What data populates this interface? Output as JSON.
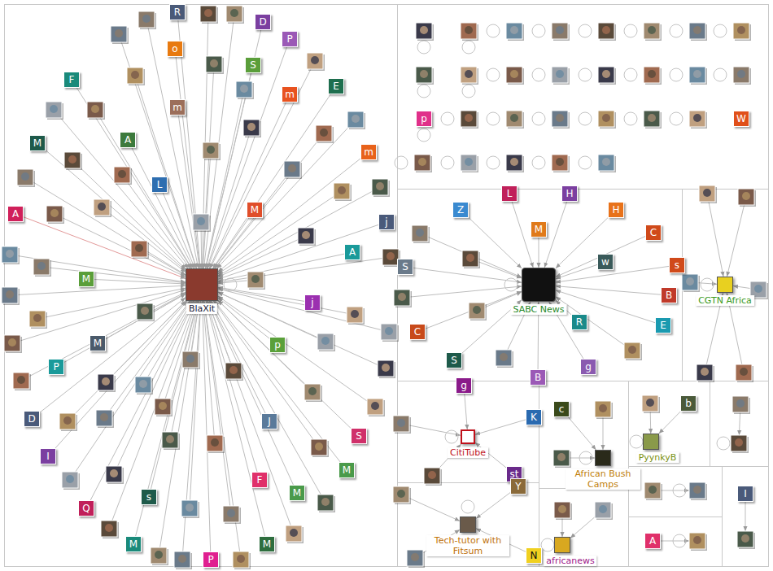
{
  "diagram": {
    "nodes": [
      {
        "text": [
          "BlaXit"
        ]
      },
      {
        "text": [
          "R"
        ]
      },
      {
        "text": [
          "D"
        ]
      },
      {
        "text": [
          "P"
        ]
      },
      {
        "text": [
          "o"
        ]
      },
      {
        "text": [
          "S"
        ]
      },
      {
        "text": [
          "F"
        ]
      },
      {
        "text": [
          "E"
        ]
      },
      {
        "text": [
          "m"
        ]
      },
      {
        "text": [
          "m"
        ]
      },
      {
        "text": [
          "M"
        ]
      },
      {
        "text": [
          "A"
        ]
      },
      {
        "text": [
          "m"
        ]
      },
      {
        "text": [
          "L"
        ]
      },
      {
        "text": [
          "A"
        ]
      },
      {
        "text": [
          "M"
        ]
      },
      {
        "text": [
          "j"
        ]
      },
      {
        "text": [
          "A"
        ]
      },
      {
        "text": [
          "M"
        ]
      },
      {
        "text": [
          "j"
        ]
      },
      {
        "text": [
          "M"
        ]
      },
      {
        "text": [
          "p"
        ]
      },
      {
        "text": [
          "P"
        ]
      },
      {
        "text": [
          "D"
        ]
      },
      {
        "text": [
          "J"
        ]
      },
      {
        "text": [
          "I"
        ]
      },
      {
        "text": [
          "S"
        ]
      },
      {
        "text": [
          "M"
        ]
      },
      {
        "text": [
          "s"
        ]
      },
      {
        "text": [
          "F"
        ]
      },
      {
        "text": [
          "Q"
        ]
      },
      {
        "text": [
          "M"
        ]
      },
      {
        "text": [
          "M"
        ]
      },
      {
        "text": [
          "M"
        ]
      },
      {
        "text": [
          "P"
        ]
      },
      {
        "text": [
          "p"
        ]
      },
      {
        "text": [
          "W"
        ]
      },
      {
        "text": [
          "SABC News"
        ]
      },
      {
        "text": [
          "Z"
        ]
      },
      {
        "text": [
          "L"
        ]
      },
      {
        "text": [
          "H"
        ]
      },
      {
        "text": [
          "H"
        ]
      },
      {
        "text": [
          "M"
        ]
      },
      {
        "text": [
          "C"
        ]
      },
      {
        "text": [
          "w"
        ]
      },
      {
        "text": [
          "s"
        ]
      },
      {
        "text": [
          "S"
        ]
      },
      {
        "text": [
          "B"
        ]
      },
      {
        "text": [
          "R"
        ]
      },
      {
        "text": [
          "E"
        ]
      },
      {
        "text": [
          "C"
        ]
      },
      {
        "text": [
          "S"
        ]
      },
      {
        "text": [
          "g"
        ]
      },
      {
        "text": [
          "B"
        ]
      },
      {
        "text": [
          "CGTN Africa"
        ]
      },
      {
        "text": [
          "CitiTube"
        ]
      },
      {
        "text": [
          "g"
        ]
      },
      {
        "text": [
          "K"
        ]
      },
      {
        "text": [
          "st"
        ]
      },
      {
        "text": [
          "Tech-tutor with Fitsum"
        ]
      },
      {
        "text": [
          "Y"
        ]
      },
      {
        "text": [
          "N"
        ]
      },
      {
        "text": [
          "African Bush Camps"
        ]
      },
      {
        "text": [
          "c"
        ]
      },
      {
        "text": [
          "PyynkyB"
        ]
      },
      {
        "text": [
          "b"
        ]
      },
      {
        "text": [
          "africanews"
        ]
      },
      {
        "text": [
          "A"
        ]
      },
      {
        "text": [
          "I"
        ]
      }
    ],
    "edges": [
      {
        "from": 1,
        "to": 0,
        "arrow": "to"
      },
      {
        "from": 2,
        "to": 0,
        "arrow": "to"
      },
      {
        "from": 3,
        "to": 0,
        "arrow": "to"
      },
      {
        "from": 4,
        "to": 0,
        "arrow": "to"
      },
      {
        "from": 5,
        "to": 0,
        "arrow": "to"
      },
      {
        "from": 6,
        "to": 0,
        "arrow": "to"
      },
      {
        "from": 7,
        "to": 0,
        "arrow": "to"
      },
      {
        "from": 8,
        "to": 0,
        "arrow": "to"
      },
      {
        "from": 9,
        "to": 0,
        "arrow": "to"
      },
      {
        "from": 10,
        "to": 0,
        "arrow": "to"
      },
      {
        "from": 11,
        "to": 0,
        "arrow": "to"
      },
      {
        "from": 12,
        "to": 0,
        "arrow": "to"
      },
      {
        "from": 13,
        "to": 0,
        "arrow": "to"
      },
      {
        "from": 14,
        "to": 0,
        "arrow": "to"
      },
      {
        "from": 15,
        "to": 0,
        "arrow": "to"
      },
      {
        "from": 16,
        "to": 0,
        "arrow": "to"
      },
      {
        "from": 17,
        "to": 0,
        "arrow": "to"
      },
      {
        "from": 18,
        "to": 0,
        "arrow": "to"
      },
      {
        "from": 19,
        "to": 0,
        "arrow": "to"
      },
      {
        "from": 20,
        "to": 0,
        "arrow": "to"
      },
      {
        "from": 21,
        "to": 0,
        "arrow": "to"
      },
      {
        "from": 22,
        "to": 0,
        "arrow": "to"
      },
      {
        "from": 23,
        "to": 0,
        "arrow": "to"
      },
      {
        "from": 24,
        "to": 0,
        "arrow": "to"
      },
      {
        "from": 25,
        "to": 0,
        "arrow": "to"
      },
      {
        "from": 26,
        "to": 0,
        "arrow": "to"
      },
      {
        "from": 27,
        "to": 0,
        "arrow": "to"
      },
      {
        "from": 28,
        "to": 0,
        "arrow": "to"
      },
      {
        "from": 29,
        "to": 0,
        "arrow": "to"
      },
      {
        "from": 30,
        "to": 0,
        "arrow": "to"
      },
      {
        "from": 31,
        "to": 0,
        "arrow": "to"
      },
      {
        "from": 32,
        "to": 0,
        "arrow": "to"
      },
      {
        "from": 33,
        "to": 0,
        "arrow": "to"
      },
      {
        "from": 34,
        "to": 0,
        "arrow": "to"
      },
      {
        "from": 38,
        "to": 37,
        "arrow": "to"
      },
      {
        "from": 39,
        "to": 37,
        "arrow": "to"
      },
      {
        "from": 40,
        "to": 37,
        "arrow": "to"
      },
      {
        "from": 41,
        "to": 37,
        "arrow": "to"
      },
      {
        "from": 42,
        "to": 37,
        "arrow": "to"
      },
      {
        "from": 43,
        "to": 37,
        "arrow": "to"
      },
      {
        "from": 44,
        "to": 37,
        "arrow": "to"
      },
      {
        "from": 45,
        "to": 37,
        "arrow": "to"
      },
      {
        "from": 46,
        "to": 37,
        "arrow": "to"
      },
      {
        "from": 47,
        "to": 37,
        "arrow": "to"
      },
      {
        "from": 48,
        "to": 37,
        "arrow": "to"
      },
      {
        "from": 49,
        "to": 37,
        "arrow": "to"
      },
      {
        "from": 50,
        "to": 37,
        "arrow": "to"
      },
      {
        "from": 51,
        "to": 37,
        "arrow": "to"
      },
      {
        "from": 52,
        "to": 37,
        "arrow": "to"
      },
      {
        "from": 53,
        "to": 37,
        "arrow": "to"
      },
      {
        "from": 56,
        "to": 55,
        "arrow": "to"
      },
      {
        "from": 57,
        "to": 55,
        "arrow": "to"
      },
      {
        "from": 58,
        "to": 55,
        "arrow": "to"
      },
      {
        "from": 60,
        "to": 59,
        "arrow": "to"
      },
      {
        "from": 61,
        "to": 59,
        "arrow": "to"
      },
      {
        "from": 63,
        "to": 62,
        "arrow": "to"
      },
      {
        "from": 65,
        "to": 64,
        "arrow": "to"
      }
    ]
  }
}
